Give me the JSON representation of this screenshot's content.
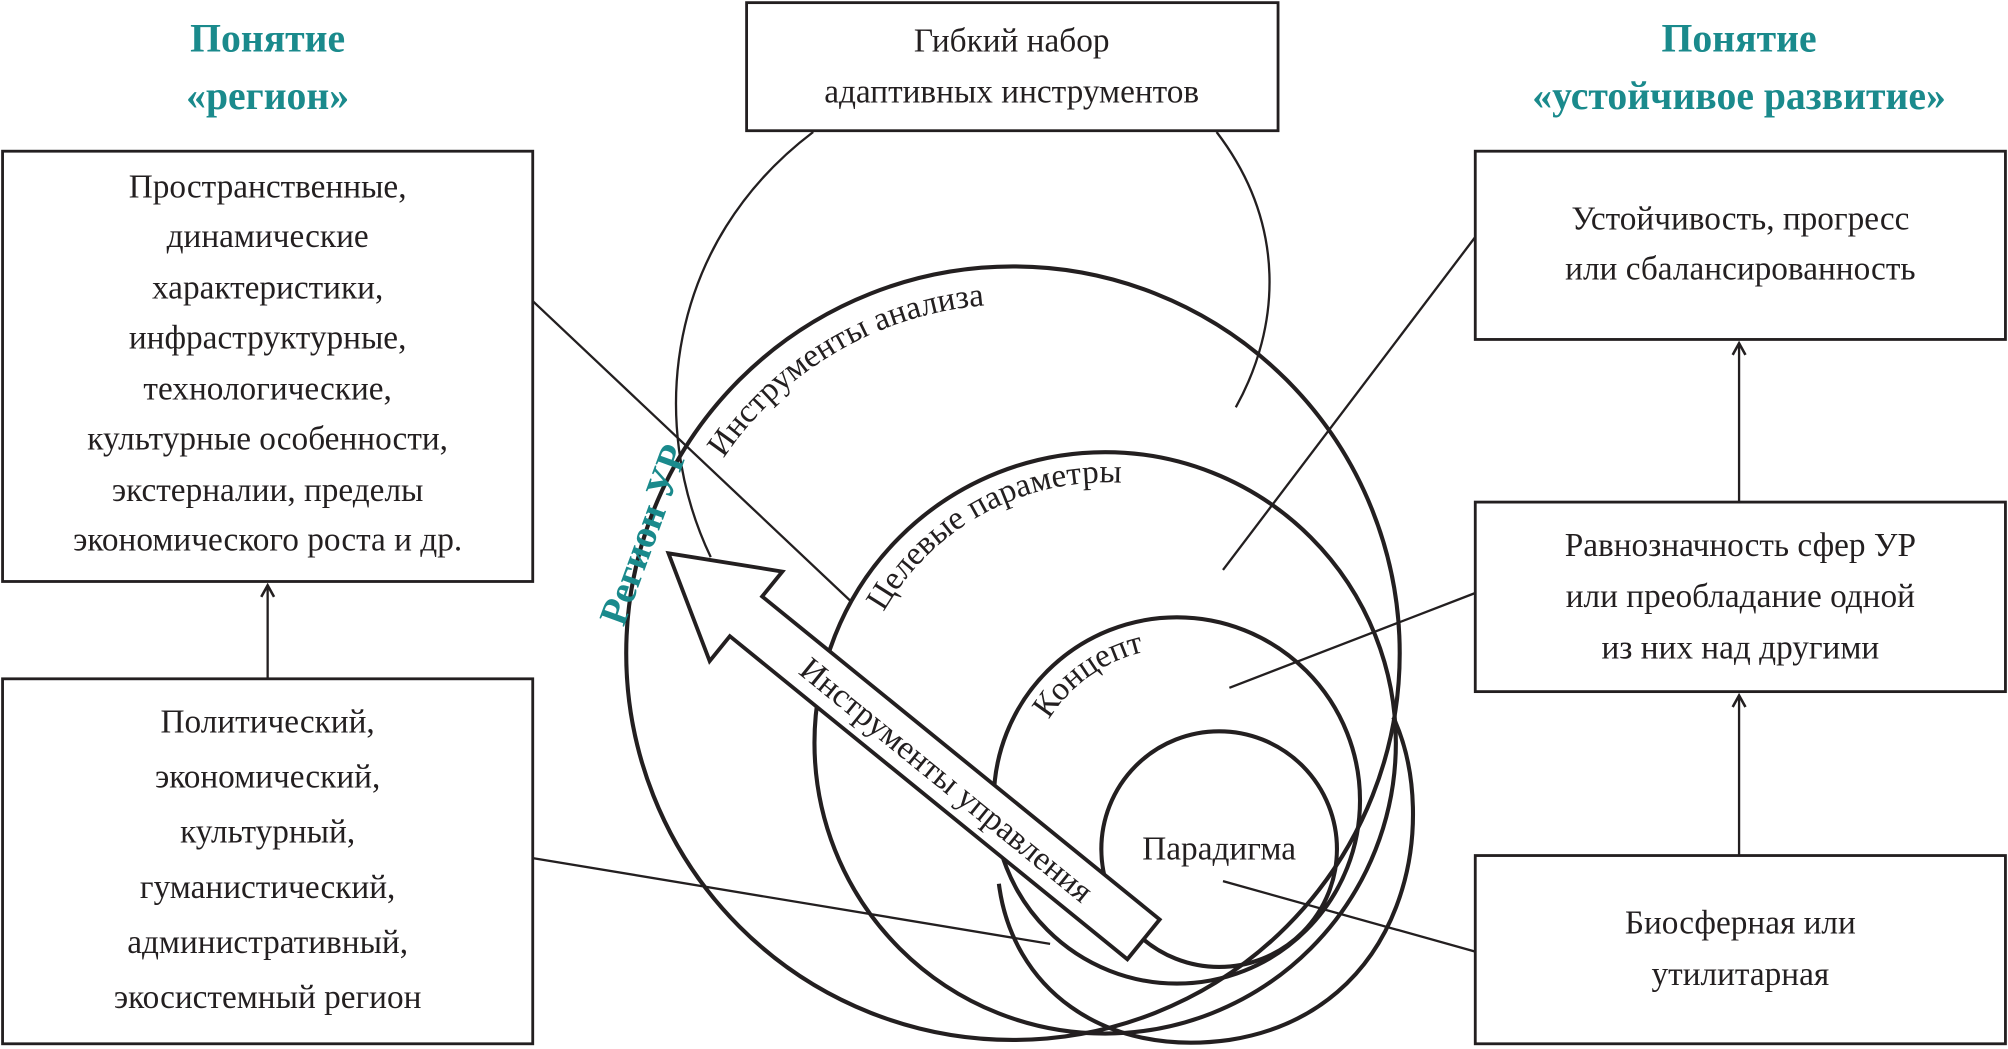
{
  "colors": {
    "accent": "#1a8a8c",
    "ink": "#231f20"
  },
  "left": {
    "title": [
      "Понятие",
      "«регион»"
    ],
    "box_top": [
      "Пространственные,",
      "динамические",
      "характеристики,",
      "инфраструктурные,",
      "технологические,",
      "культурные особенности,",
      "экстерналии, пределы",
      "экономического роста и др."
    ],
    "box_bottom": [
      "Политический,",
      "экономический,",
      "культурный,",
      "гуманистический,",
      "административный,",
      "экосистемный регион"
    ]
  },
  "top_box": [
    "Гибкий набор",
    "адаптивных инструментов"
  ],
  "right": {
    "title": [
      "Понятие",
      "«устойчивое развитие»"
    ],
    "box_top": [
      "Устойчивость, прогресс",
      "или сбалансированность"
    ],
    "box_middle": [
      "Равнозначность сфер УР",
      "или преобладание одной",
      "из них над другими"
    ],
    "box_bottom": [
      "Биосферная или",
      "утилитарная"
    ]
  },
  "center": {
    "region_label": "Регион УР",
    "analysis_tools": "Инструменты анализа",
    "target_params": "Целевые параметры",
    "concept": "Концепт",
    "paradigm": "Парадигма",
    "management_tools": "Инструменты управления"
  }
}
